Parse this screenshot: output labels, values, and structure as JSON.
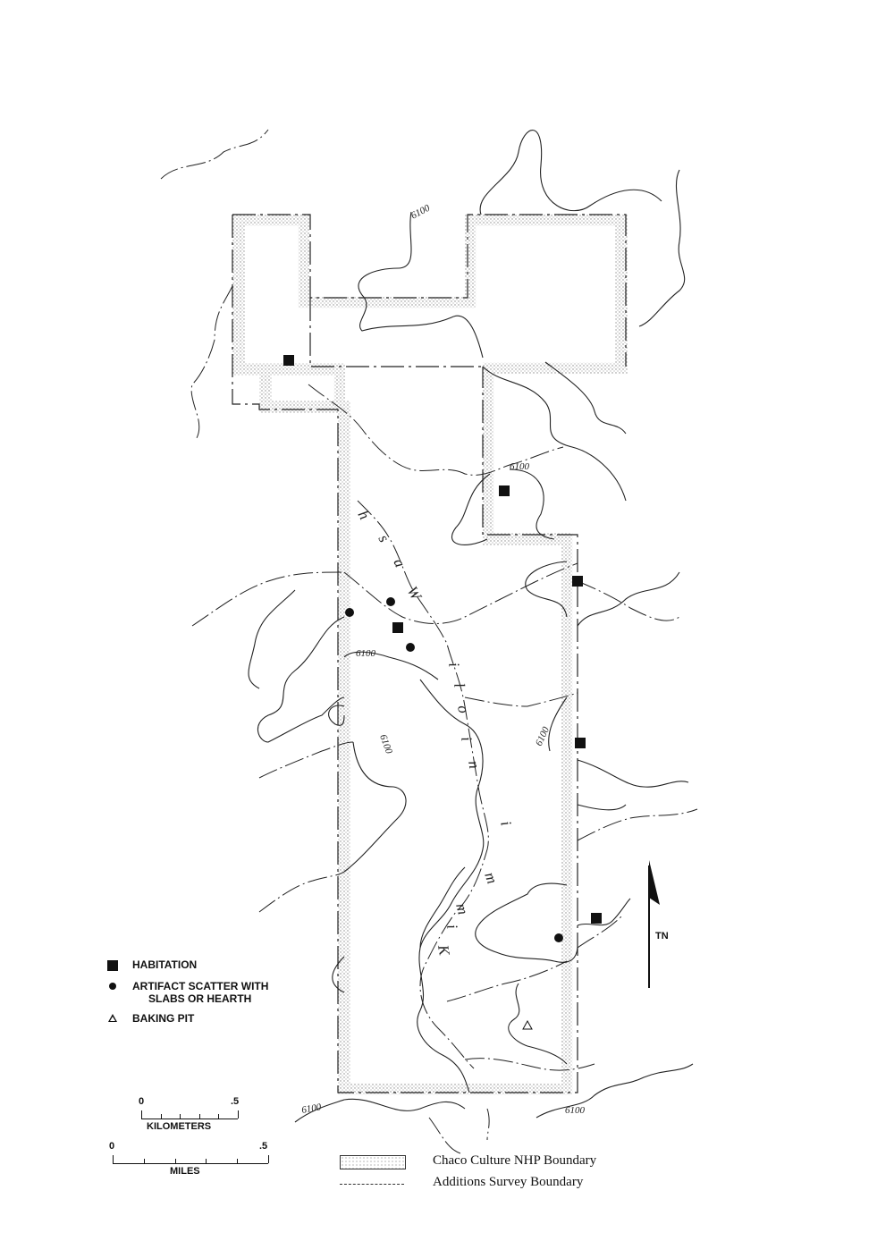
{
  "map": {
    "contour_label": "6100",
    "wash_name_letters": [
      "K",
      "i",
      "m",
      "m",
      "i",
      "n",
      "i",
      "o",
      "l",
      "i",
      "W",
      "a",
      "s",
      "h"
    ],
    "north_label": "TN"
  },
  "legend": {
    "habitation": "HABITATION",
    "artifact_line1": "ARTIFACT SCATTER WITH",
    "artifact_line2": "SLABS OR HEARTH",
    "baking_pit": "BAKING PIT"
  },
  "scales": {
    "km_start": "0",
    "km_end": ".5",
    "km_label": "KILOMETERS",
    "mi_start": "0",
    "mi_end": ".5",
    "mi_label": "MILES"
  },
  "key": {
    "nhp_boundary": "Chaco Culture NHP Boundary",
    "survey_boundary": "Additions Survey Boundary"
  },
  "colors": {
    "ink": "#222222",
    "stipple": "#9a9a9a"
  }
}
